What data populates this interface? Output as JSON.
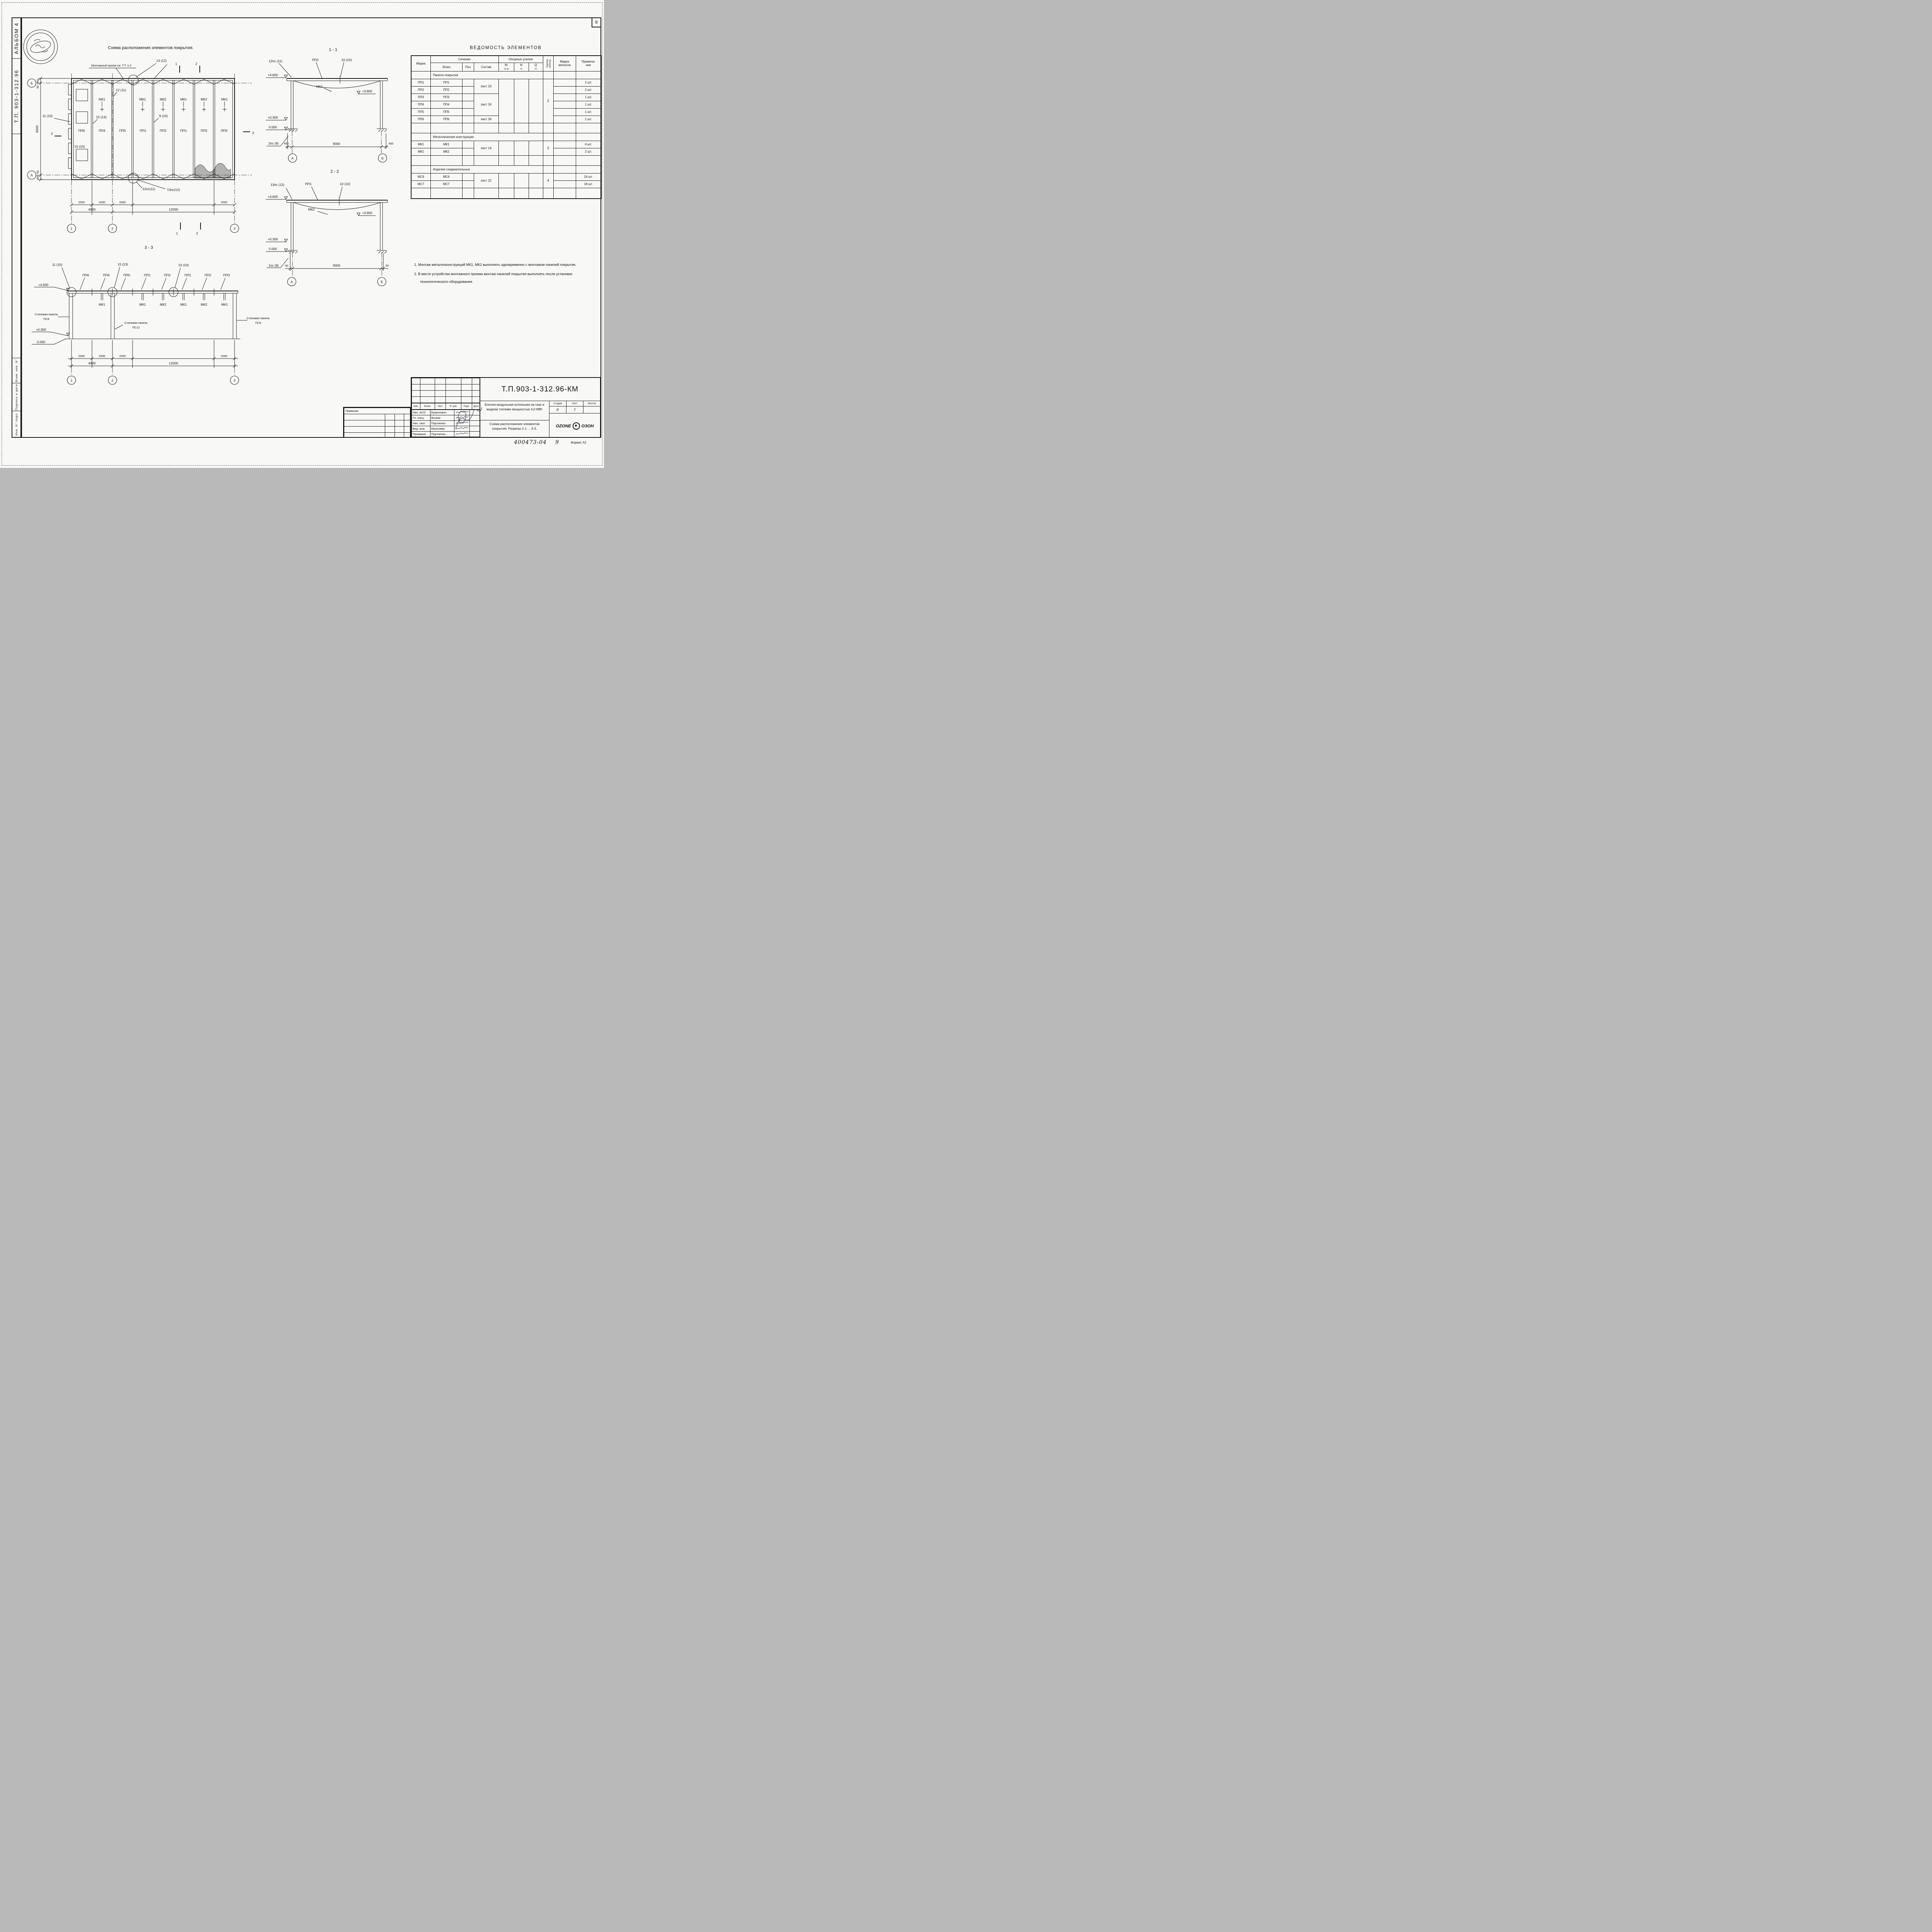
{
  "sheet": {
    "page_number": "8",
    "album": "АЛЬБОМ 4",
    "doc_code": "Т.П. 903-1-312.96",
    "side_labels": {
      "vzam": "Взам. инв. N°",
      "podp": "Подпись и дата",
      "inv": "Инв. N° подл."
    },
    "inv_n": "Инв.N",
    "hand1": "400473-04",
    "hand2": "9",
    "format": "Формат А2"
  },
  "plan": {
    "title": "Схема расположения элементов покрытия.",
    "montage_note": "Монтажный проем см. Т.Т. п.2",
    "c13": "13 (12)",
    "c12": "12 (11)",
    "c11": "11 (10)",
    "c15": "15 (13)",
    "c9": "9 (10)",
    "c10": "10 (10)",
    "c12ps": "12пс(11)",
    "c13ps": "13пс(12)",
    "panels": [
      "ПП6",
      "ПП4",
      "ПП5",
      "ПП1",
      "ПП2",
      "ПП1",
      "ПП2",
      "ПП3"
    ],
    "mk": [
      "МК1",
      "МК1",
      "МК2",
      "МК1",
      "МК2",
      "МК1"
    ],
    "dims": {
      "d2000": "2000",
      "d4000": "4000",
      "d12000": "12000",
      "d9000": "9000",
      "d450": "450",
      "d50": "50"
    },
    "grid_a": "А",
    "grid_b": "Б",
    "g1": "1",
    "g2": "2",
    "g3": "3",
    "cut1": "1",
    "cut2": "2",
    "cut3": "3"
  },
  "section11": {
    "title": "1 - 1",
    "c12ps": "12пс (11)",
    "pp": "ПП2",
    "c10": "10 (10)",
    "mk": "МК1",
    "elev_top": "+4.600",
    "elev_39": "+3.900",
    "elev_03": "+0.300",
    "elev_0": "0.000",
    "ps": "2пс (8)",
    "dim_side": "450",
    "dim_mid": "9000",
    "grid_a": "А",
    "grid_b": "Б"
  },
  "section22": {
    "title": "2 - 2",
    "c13ps": "13пс (12)",
    "pp": "ПП1",
    "c10": "10 (10)",
    "mk": "МК2",
    "elev_top": "+4.600",
    "elev_39": "+3.900",
    "elev_03": "+0.300",
    "elev_0": "0.000",
    "ps": "1пс (8)",
    "dim_side": "50",
    "dim_mid": "9000",
    "grid_a": "А",
    "grid_b": "Б"
  },
  "section33": {
    "title": "3 - 3",
    "c11": "11 (10)",
    "c15": "15 (13)",
    "c10": "10 (10)",
    "panels": [
      "ПП6",
      "ПП4",
      "ПП5",
      "ПП1",
      "ПП2",
      "ПП1",
      "ПП2",
      "ПП3"
    ],
    "mk": [
      "МК1",
      "МК1",
      "МК2",
      "МК1",
      "МК2",
      "МК1"
    ],
    "elev_top": "+4.600",
    "elev_03": "+0.300",
    "elev_0": "0.000",
    "wall_left": [
      "Стеновая панель",
      "ПС8"
    ],
    "wall_mid": [
      "Стеновая панель",
      "ПС12"
    ],
    "wall_right": [
      "Стеновая панель",
      "ПС8"
    ],
    "dims": {
      "d2000": "2000",
      "d4000": "4000",
      "d12000": "12000"
    }
  },
  "table": {
    "title": "ВЕДОМОСТЬ ЭЛЕМЕНТОВ",
    "h_marka": "Марка",
    "h_sechenie": "Сечение",
    "h_eskiz": "Эскиз",
    "h_poz": "Поз",
    "h_sostav": "Состав",
    "h_oporn": "Опорные усилия",
    "h_m1": "М",
    "h_m2": "тс.м",
    "h_n1": "N",
    "h_n2": "тс",
    "h_q1": "Q",
    "h_q2": "тс",
    "h_gr1": "Группа",
    "h_gr2": "констр.",
    "h_met1": "Марка",
    "h_met2": "металла",
    "h_prim1": "Примеча-",
    "h_prim2": "ние",
    "rows": [
      {
        "h": 20,
        "cells": [
          [
            ""
          ],
          [
            "Панели покрытия",
            6,
            1,
            "sec"
          ],
          [
            ""
          ],
          [
            ""
          ],
          [
            ""
          ]
        ]
      },
      {
        "h": 19,
        "cells": [
          [
            "ПП1"
          ],
          [
            "ПП1"
          ],
          [
            ""
          ],
          [
            "лист 23",
            1,
            2
          ],
          [
            "",
            1,
            6
          ],
          [
            "",
            1,
            6
          ],
          [
            "",
            1,
            6
          ],
          [
            "2",
            1,
            6,
            "grp"
          ],
          [
            ""
          ],
          [
            "2 шт."
          ]
        ]
      },
      {
        "h": 19,
        "cells": [
          [
            "ПП2"
          ],
          [
            "ПП2"
          ],
          [
            ""
          ],
          [
            ""
          ],
          [
            "2 шт."
          ]
        ]
      },
      {
        "h": 19,
        "cells": [
          [
            "ПП3"
          ],
          [
            "ПП3"
          ],
          [
            ""
          ],
          [
            "лист 24",
            1,
            3
          ],
          [
            ""
          ],
          [
            "1 шт."
          ]
        ]
      },
      {
        "h": 19,
        "cells": [
          [
            "ПП4"
          ],
          [
            "ПП4"
          ],
          [
            ""
          ],
          [
            ""
          ],
          [
            "1 шт."
          ]
        ]
      },
      {
        "h": 19,
        "cells": [
          [
            "ПП5"
          ],
          [
            "ПП5"
          ],
          [
            ""
          ],
          [
            ""
          ],
          [
            "1 шт."
          ]
        ]
      },
      {
        "h": 19,
        "cells": [
          [
            "ПП6"
          ],
          [
            "ПП6"
          ],
          [
            ""
          ],
          [
            "лист 26"
          ],
          [
            ""
          ],
          [
            "1 шт."
          ]
        ]
      },
      {
        "h": 26,
        "cells": [
          [
            ""
          ],
          [
            ""
          ],
          [
            ""
          ],
          [
            ""
          ],
          [
            ""
          ],
          [
            ""
          ],
          [
            ""
          ],
          [
            ""
          ],
          [
            ""
          ],
          [
            ""
          ]
        ]
      },
      {
        "h": 20,
        "cells": [
          [
            ""
          ],
          [
            "Металлические конструкции",
            6,
            1,
            "sec"
          ],
          [
            ""
          ],
          [
            ""
          ],
          [
            ""
          ]
        ]
      },
      {
        "h": 19,
        "cells": [
          [
            "МК1"
          ],
          [
            "МК1"
          ],
          [
            ""
          ],
          [
            "лист 14",
            1,
            2
          ],
          [
            "",
            1,
            2
          ],
          [
            "",
            1,
            2
          ],
          [
            "",
            1,
            2
          ],
          [
            "2",
            1,
            2,
            "grp"
          ],
          [
            ""
          ],
          [
            "4 шт."
          ]
        ]
      },
      {
        "h": 19,
        "cells": [
          [
            "МК2"
          ],
          [
            "МК2"
          ],
          [
            ""
          ],
          [
            ""
          ],
          [
            "2 шт."
          ]
        ]
      },
      {
        "h": 26,
        "cells": [
          [
            ""
          ],
          [
            ""
          ],
          [
            ""
          ],
          [
            ""
          ],
          [
            ""
          ],
          [
            ""
          ],
          [
            ""
          ],
          [
            ""
          ],
          [
            ""
          ],
          [
            ""
          ]
        ]
      },
      {
        "h": 20,
        "cells": [
          [
            ""
          ],
          [
            "Изделия соединительные",
            6,
            1,
            "sec"
          ],
          [
            ""
          ],
          [
            ""
          ],
          [
            ""
          ]
        ]
      },
      {
        "h": 19,
        "cells": [
          [
            "МС6"
          ],
          [
            "МС6"
          ],
          [
            ""
          ],
          [
            "лист 22",
            1,
            2
          ],
          [
            "",
            1,
            2
          ],
          [
            "",
            1,
            2
          ],
          [
            "",
            1,
            2
          ],
          [
            "4",
            1,
            2,
            "grp"
          ],
          [
            ""
          ],
          [
            "24 шт."
          ]
        ]
      },
      {
        "h": 19,
        "cells": [
          [
            "МС7"
          ],
          [
            "МС7"
          ],
          [
            ""
          ],
          [
            ""
          ],
          [
            "18 шт."
          ]
        ]
      },
      {
        "h": 28,
        "cells": [
          [
            ""
          ],
          [
            ""
          ],
          [
            ""
          ],
          [
            ""
          ],
          [
            ""
          ],
          [
            ""
          ],
          [
            ""
          ],
          [
            ""
          ],
          [
            ""
          ],
          [
            ""
          ]
        ]
      }
    ]
  },
  "notes": [
    {
      "num": "1.",
      "text": "Монтаж металлоконструкций МК1, МК2 выполнять одновременно с монтажом панелей покрытия."
    },
    {
      "num": "2.",
      "text": "В месте устройства монтажного проема монтаж панелей покрытия выполнять после установки технологического оборудования."
    }
  ],
  "titleblock": {
    "doc_number": "Т.П.903-1-312.96-КМ",
    "rev_headers": [
      "Изм.",
      "Колич.",
      "Лист",
      "N° док.",
      "Подп.",
      "Дата"
    ],
    "roles": [
      {
        "role": "Нач. АСО",
        "name": "Ермолович"
      },
      {
        "role": "Гл. спец.",
        "name": "Возняк"
      },
      {
        "role": "Нач. сект.",
        "name": "Портненко"
      },
      {
        "role": "Вед. инж.",
        "name": "Моисеева"
      },
      {
        "role": "Проверил",
        "name": "Портненко"
      },
      {
        "role": "Н. контр.",
        "name": "Возняк"
      }
    ],
    "project_title": "Блочно-модульная котельная на газе и жидком топливе мощностью 4,0 МВт",
    "sheet_title": "Схема расположения элементов покрытия. Разрезы 1-1 ... 3-3.",
    "stage_label": "Стадия",
    "sheet_label": "Лист",
    "sheets_label": "Листов",
    "stage": "Р",
    "sheet_no": "7",
    "logo_left": "OZONE",
    "logo_right": "ОЗОН",
    "privyazan": "Привязан"
  }
}
